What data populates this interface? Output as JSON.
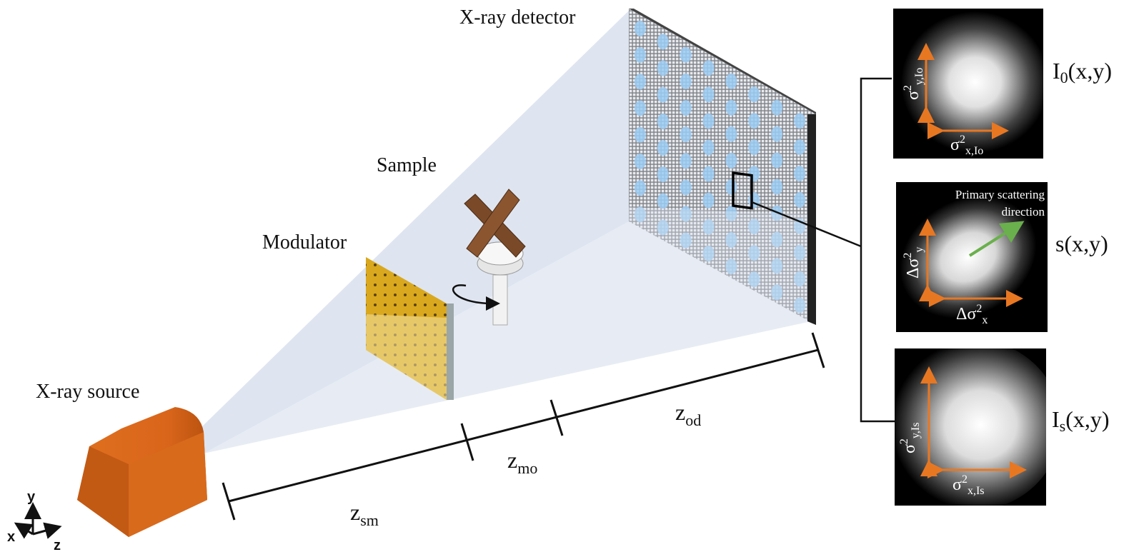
{
  "labels": {
    "xray_source": "X-ray source",
    "modulator": "Modulator",
    "sample": "Sample",
    "xray_detector": "X-ray detector"
  },
  "distances": {
    "z_sm": {
      "main": "z",
      "sub": "sm"
    },
    "z_mo": {
      "main": "z",
      "sub": "mo"
    },
    "z_od": {
      "main": "z",
      "sub": "od"
    }
  },
  "axes": {
    "x": "x",
    "y": "y",
    "z": "z"
  },
  "panels": [
    {
      "id": "I0",
      "label": {
        "main": "I",
        "sub": "0",
        "rest": "(x,y)"
      },
      "vertical_label": {
        "main": "σ",
        "sup": "2",
        "sub": "y,Io"
      },
      "horizontal_label": {
        "main": "σ",
        "sup": "2",
        "sub": "x,Io"
      }
    },
    {
      "id": "s",
      "label": {
        "main": "s(x,y)"
      },
      "annotation": [
        "Primary scattering",
        "direction"
      ],
      "vertical_label": {
        "main": "Δσ",
        "sup": "2",
        "sub": "y"
      },
      "horizontal_label": {
        "main": "Δσ",
        "sup": "2",
        "sub": "x"
      }
    },
    {
      "id": "Is",
      "label": {
        "main": "I",
        "sub": "s",
        "rest": "(x,y)"
      },
      "vertical_label": {
        "main": "σ",
        "sup": "2",
        "sub": "y,Is"
      },
      "horizontal_label": {
        "main": "σ",
        "sup": "2",
        "sub": "x,Is"
      }
    }
  ],
  "colors": {
    "source": "#d9651a",
    "modulator": "#d9a81e",
    "beam": "#dfe6f0",
    "arrow_orange": "#e87722",
    "arrow_green": "#6ab04c",
    "detector_spot": "#9ccdf5",
    "wood": "#7a4a28"
  }
}
